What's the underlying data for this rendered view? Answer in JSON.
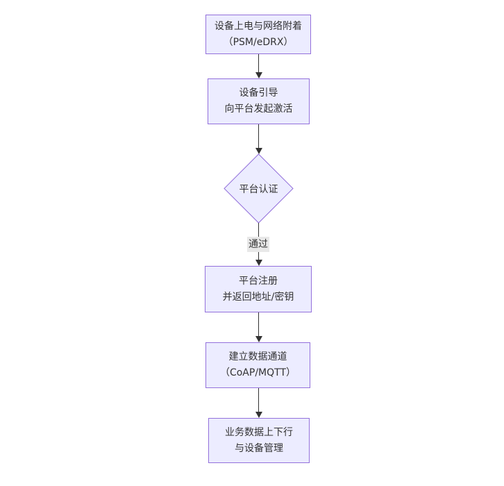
{
  "diagram": {
    "type": "flowchart-vertical",
    "colors": {
      "node_fill": "#ECECFF",
      "node_border": "#9370DB",
      "arrow": "#333333",
      "edge_label_bg": "#e8e8e8",
      "text": "#333333",
      "background": "#ffffff"
    },
    "nodes": [
      {
        "id": "power-attach",
        "shape": "rect",
        "line1": "设备上电与网络附着",
        "line2": "（PSM/eDRX）"
      },
      {
        "id": "bootstrap",
        "shape": "rect",
        "line1": "设备引导",
        "line2": "向平台发起激活"
      },
      {
        "id": "platform-auth",
        "shape": "diamond",
        "line1": "平台认证"
      },
      {
        "id": "register",
        "shape": "rect",
        "line1": "平台注册",
        "line2": "并返回地址/密钥"
      },
      {
        "id": "data-channel",
        "shape": "rect",
        "line1": "建立数据通道",
        "line2": "（CoAP/MQTT）"
      },
      {
        "id": "business",
        "shape": "rect",
        "line1": "业务数据上下行",
        "line2": "与设备管理"
      }
    ],
    "edges": [
      {
        "from": "power-attach",
        "to": "bootstrap",
        "label": ""
      },
      {
        "from": "bootstrap",
        "to": "platform-auth",
        "label": ""
      },
      {
        "from": "platform-auth",
        "to": "register",
        "label": "通过"
      },
      {
        "from": "register",
        "to": "data-channel",
        "label": ""
      },
      {
        "from": "data-channel",
        "to": "business",
        "label": ""
      }
    ]
  }
}
